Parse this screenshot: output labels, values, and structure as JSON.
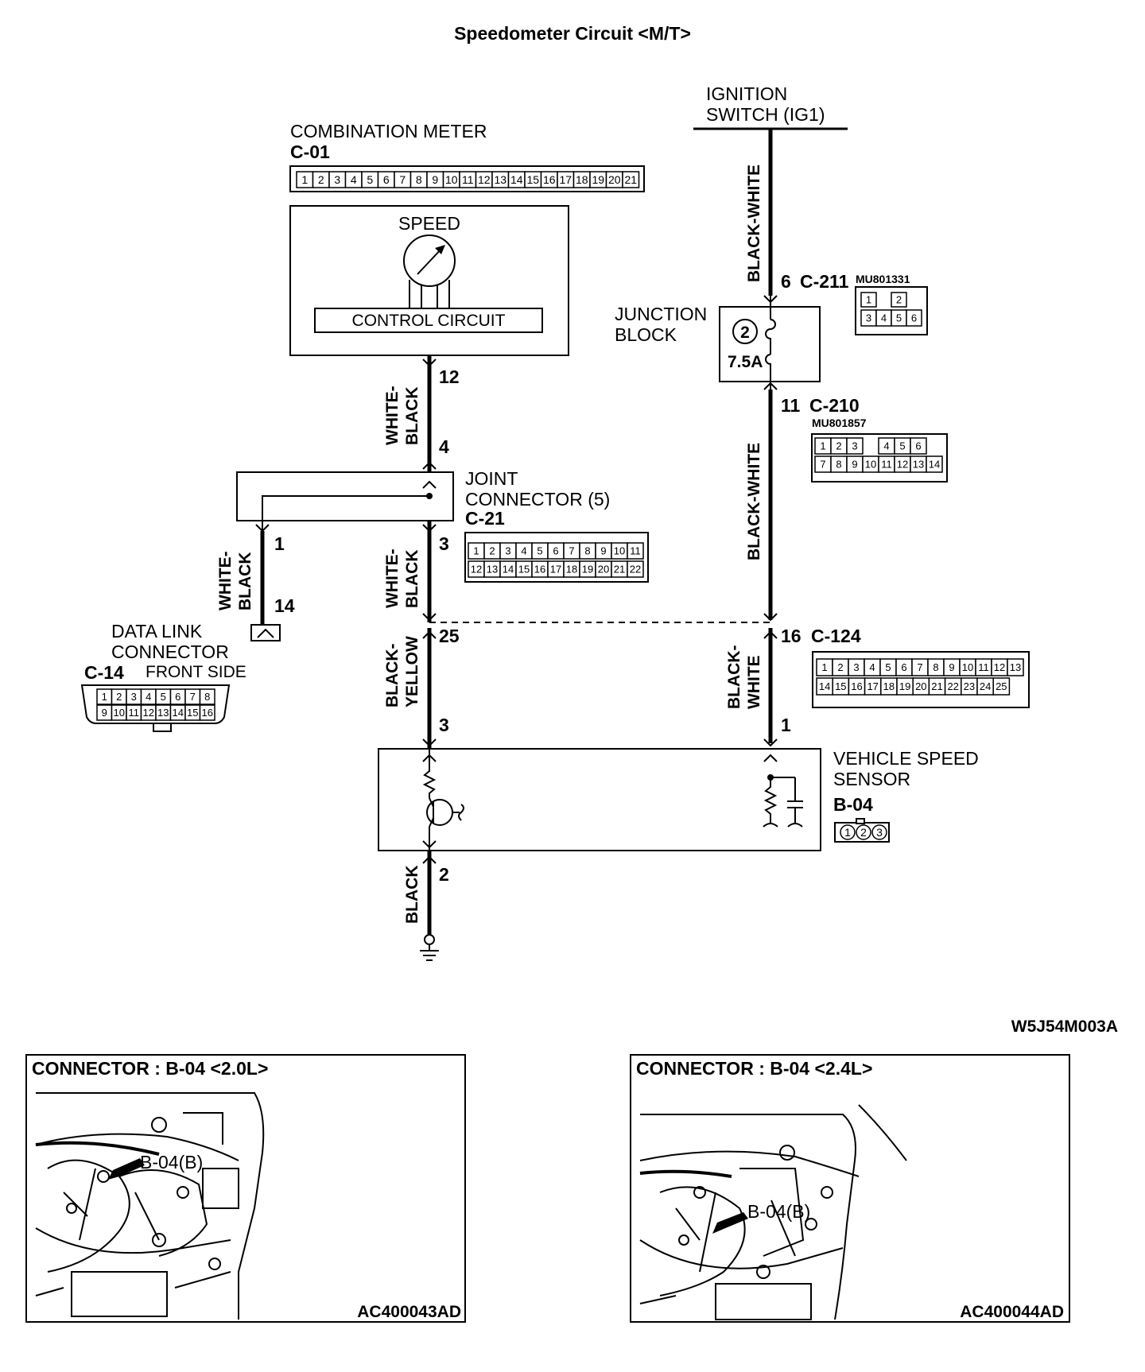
{
  "title": "Speedometer Circuit <M/T>",
  "combination_meter": {
    "name": "COMBINATION METER",
    "code": "C-01",
    "pins": [
      "1",
      "2",
      "3",
      "4",
      "5",
      "6",
      "7",
      "8",
      "9",
      "10",
      "11",
      "12",
      "13",
      "14",
      "15",
      "16",
      "17",
      "18",
      "19",
      "20",
      "21"
    ],
    "speed_label": "SPEED",
    "control_label": "CONTROL CIRCUIT"
  },
  "ignition": {
    "line1": "IGNITION",
    "line2": "SWITCH (IG1)"
  },
  "junction_block": {
    "line1": "JUNCTION",
    "line2": "BLOCK",
    "fuse_no": "2",
    "fuse_rating": "7.5A"
  },
  "c211": {
    "pin": "6",
    "code": "C-211",
    "part_no": "MU801331",
    "row1": [
      "1",
      "",
      "2"
    ],
    "row2": [
      "3",
      "4",
      "5",
      "6"
    ]
  },
  "c210": {
    "pin": "11",
    "code": "C-210",
    "part_no": "MU801857",
    "row1": [
      "1",
      "2",
      "3",
      "",
      "4",
      "5",
      "6"
    ],
    "row2": [
      "7",
      "8",
      "9",
      "10",
      "11",
      "12",
      "13",
      "14"
    ]
  },
  "joint_connector": {
    "line1": "JOINT",
    "line2": "CONNECTOR (5)",
    "code": "C-21",
    "row1": [
      "1",
      "2",
      "3",
      "4",
      "5",
      "6",
      "7",
      "8",
      "9",
      "10",
      "11"
    ],
    "row2": [
      "12",
      "13",
      "14",
      "15",
      "16",
      "17",
      "18",
      "19",
      "20",
      "21",
      "22"
    ]
  },
  "data_link": {
    "line1": "DATA LINK",
    "line2": "CONNECTOR",
    "code": "C-14",
    "side": "FRONT SIDE",
    "row1": [
      "1",
      "2",
      "3",
      "4",
      "5",
      "6",
      "7",
      "8"
    ],
    "row2": [
      "9",
      "10",
      "11",
      "12",
      "13",
      "14",
      "15",
      "16"
    ]
  },
  "c124": {
    "pin": "16",
    "code": "C-124",
    "row1": [
      "1",
      "2",
      "3",
      "4",
      "5",
      "6",
      "7",
      "8",
      "9",
      "10",
      "11",
      "12",
      "13"
    ],
    "row2": [
      "14",
      "15",
      "16",
      "17",
      "18",
      "19",
      "20",
      "21",
      "22",
      "23",
      "24",
      "25"
    ]
  },
  "vss": {
    "line1": "VEHICLE SPEED",
    "line2": "SENSOR",
    "code": "B-04",
    "pins": [
      "1",
      "2",
      "3"
    ]
  },
  "wire_labels": {
    "ign_to_jb": "BLACK-WHITE",
    "jb_to_c124": "BLACK-WHITE",
    "c124_to_vss_a": "BLACK-",
    "c124_to_vss_b": "WHITE",
    "meter_to_joint_a": "WHITE-",
    "meter_to_joint_b": "BLACK",
    "joint_to_c124_a": "WHITE-",
    "joint_to_c124_b": "BLACK",
    "joint_to_dlc_a": "WHITE-",
    "joint_to_dlc_b": "BLACK",
    "c124_to_vss_left_a": "BLACK-",
    "c124_to_vss_left_b": "YELLOW",
    "ground": "BLACK"
  },
  "pin_numbers": {
    "meter_out": "12",
    "joint_in": "4",
    "joint_out": "3",
    "joint_dlc": "1",
    "dlc_pin": "14",
    "c124_left": "25",
    "vss_left": "3",
    "vss_right": "1",
    "vss_ground": "2"
  },
  "figure_code": "W5J54M003A",
  "connector_views": [
    {
      "title": "CONNECTOR : B-04 <2.0L>",
      "callout": "B-04(B)",
      "code": "AC400043AD"
    },
    {
      "title": "CONNECTOR : B-04 <2.4L>",
      "callout": "B-04(B)",
      "code": "AC400044AD"
    }
  ]
}
